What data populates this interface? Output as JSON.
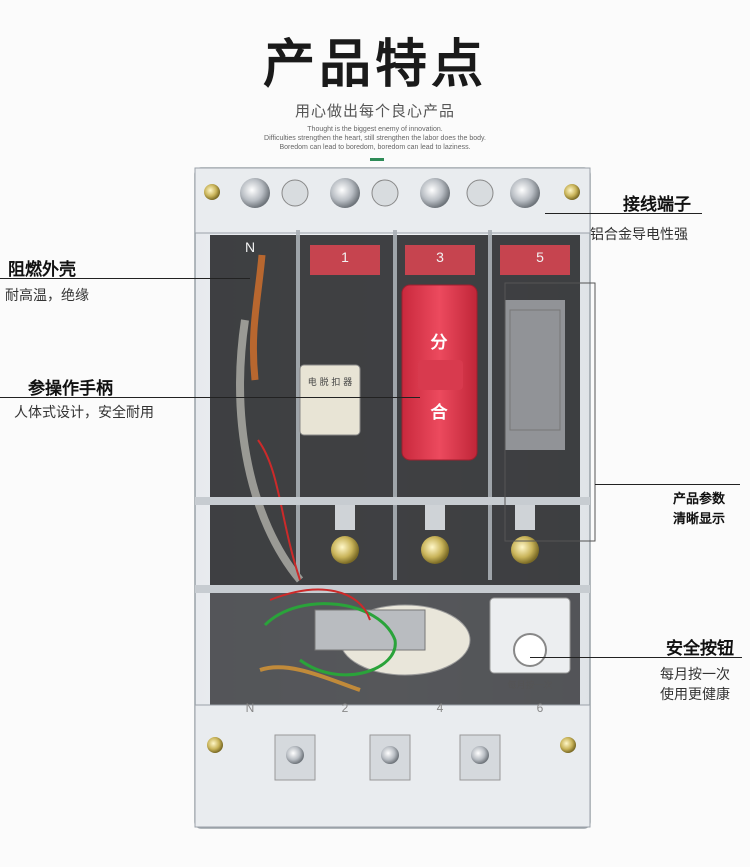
{
  "header": {
    "title": "产品特点",
    "subtitle": "用心做出每个良心产品",
    "english_lines": [
      "Thought is the biggest enemy of innovation.",
      "Difficulties strengthen the heart, still strengthen the labor does the body.",
      "Boredom can lead to boredom, boredom can lead to laziness."
    ]
  },
  "callouts": {
    "terminal": {
      "title": "接线端子",
      "desc": "铝合金导电性强"
    },
    "shell": {
      "title": "阻燃外壳",
      "desc": "耐高温，绝缘"
    },
    "handle": {
      "title": "参操作手柄",
      "desc": "人体式设计，安全耐用"
    },
    "params": {
      "line1": "产品参数",
      "line2": "清晰显示"
    },
    "button": {
      "title": "安全按钮",
      "desc1": "每月按一次",
      "desc2": "使用更健康"
    }
  },
  "device": {
    "pole_numbers": [
      "N",
      "1",
      "3",
      "5"
    ],
    "handle_top": "分",
    "handle_bottom": "合",
    "bottom_pole_marks": [
      "N",
      "2",
      "4",
      "6"
    ],
    "button_caption": "每月按一次",
    "coil_label": "电 脱 扣 器"
  },
  "colors": {
    "handle_red": "#e0354a",
    "housing": "#d9dde2",
    "wire_green": "#2aa33a",
    "accent_green": "#2e8b57"
  }
}
